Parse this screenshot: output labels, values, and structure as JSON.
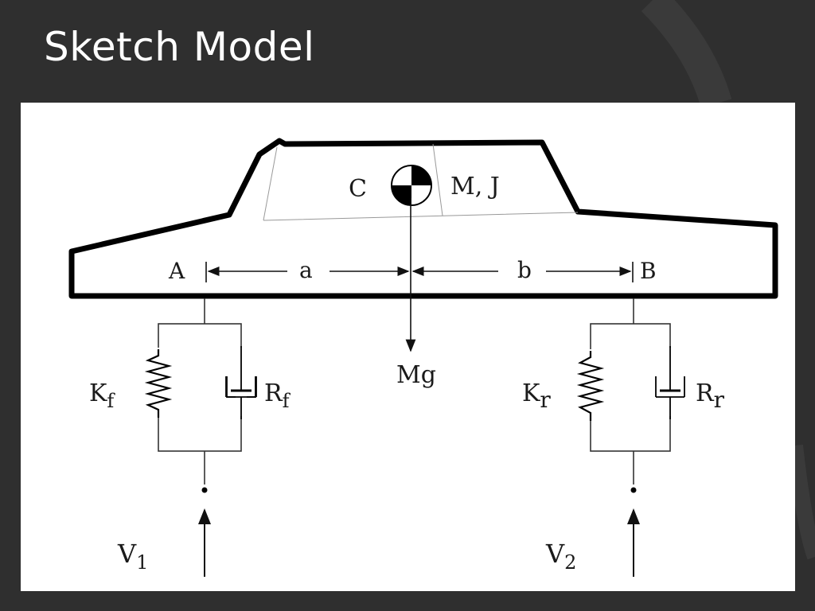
{
  "slide": {
    "title": "Sketch Model"
  },
  "diagram": {
    "center_label": "C",
    "mass_label": "M, J",
    "point_a": "A",
    "point_b": "B",
    "dist_a": "a",
    "dist_b": "b",
    "weight": "Mg",
    "front_spring": {
      "base": "K",
      "sub": "f"
    },
    "front_damper": {
      "base": "R",
      "sub": "f"
    },
    "rear_spring": {
      "base": "K",
      "sub": "r"
    },
    "rear_damper": {
      "base": "R",
      "sub": "r"
    },
    "input_front": {
      "base": "V",
      "sub": "1"
    },
    "input_rear": {
      "base": "V",
      "sub": "2"
    }
  },
  "theme": {
    "background": "#2f2f2f",
    "panel": "#ffffff",
    "ink": "#111111"
  }
}
